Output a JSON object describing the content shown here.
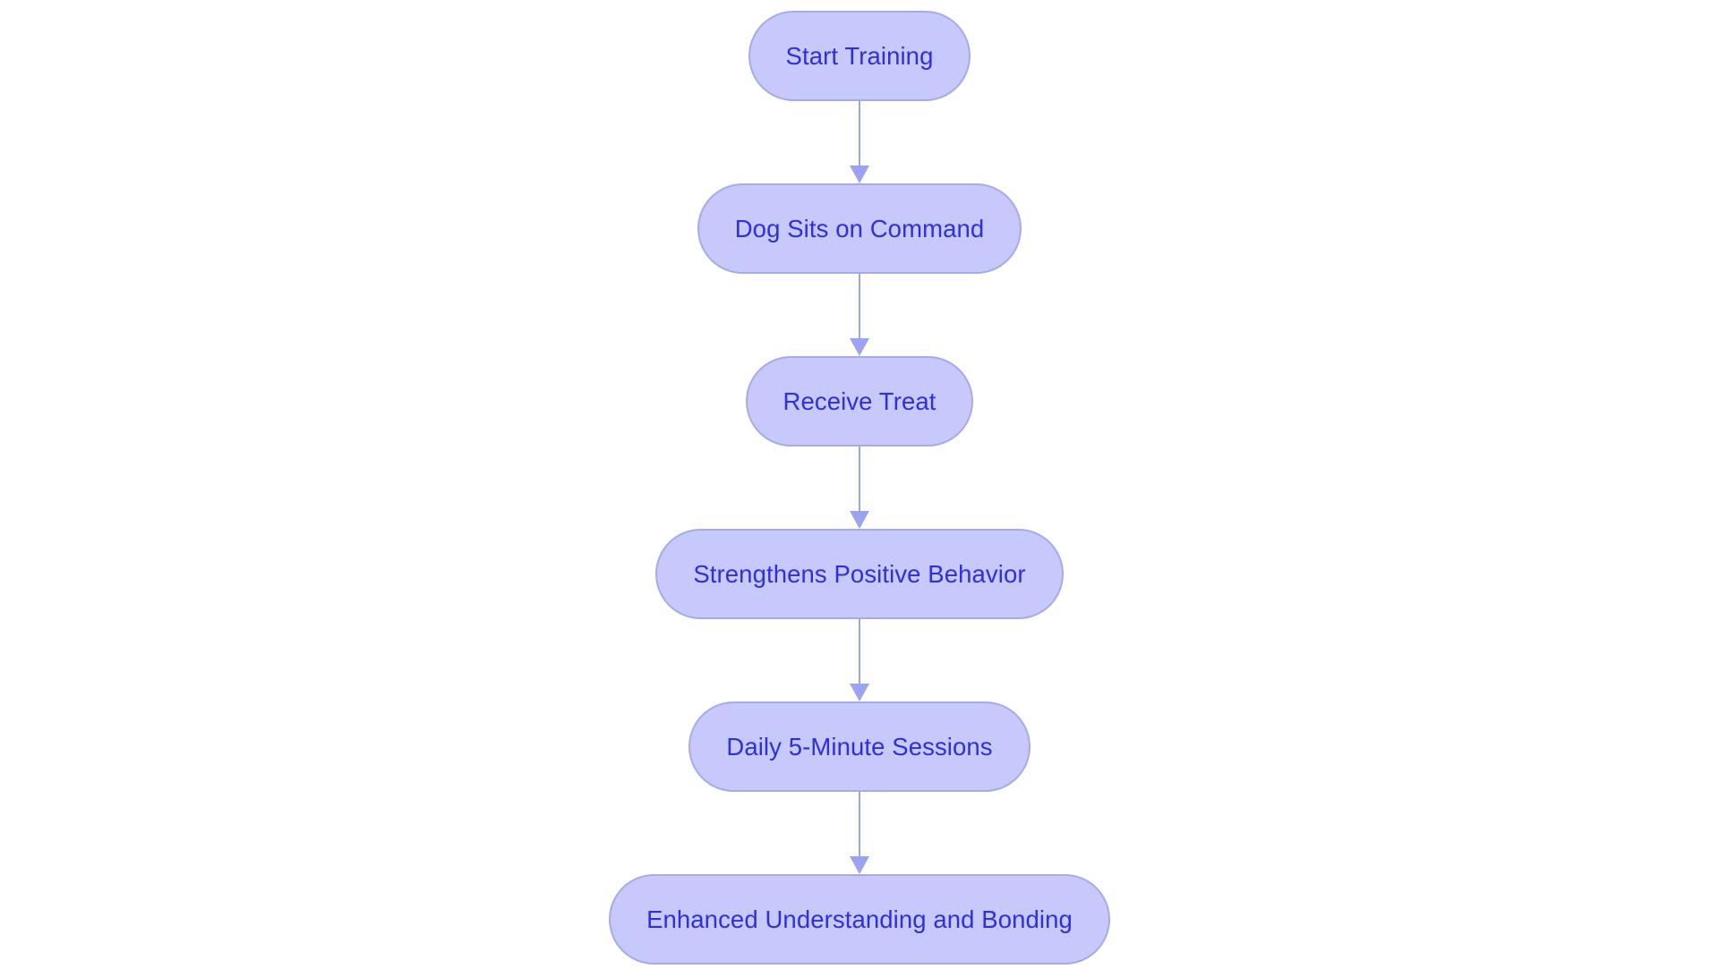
{
  "diagram": {
    "type": "flowchart",
    "orientation": "vertical",
    "background_color": "#ffffff",
    "node_fill_color": "#c7c9fd",
    "node_border_color": "#a6abe8",
    "node_text_color": "#2f2fdb",
    "connector_color": "#9ba4f2",
    "nodes": [
      {
        "id": "start-training",
        "label": "Start Training"
      },
      {
        "id": "dog-sits-on-command",
        "label": "Dog Sits on Command"
      },
      {
        "id": "receive-treat",
        "label": "Receive Treat"
      },
      {
        "id": "strengthens-positive-behavior",
        "label": "Strengthens Positive Behavior"
      },
      {
        "id": "daily-5-minute-sessions",
        "label": "Daily 5-Minute Sessions"
      },
      {
        "id": "enhanced-understanding-and-bonding",
        "label": "Enhanced Understanding and Bonding"
      }
    ],
    "connectors": [
      {
        "from": "start-training",
        "to": "dog-sits-on-command"
      },
      {
        "from": "dog-sits-on-command",
        "to": "receive-treat"
      },
      {
        "from": "receive-treat",
        "to": "strengthens-positive-behavior"
      },
      {
        "from": "strengthens-positive-behavior",
        "to": "daily-5-minute-sessions"
      },
      {
        "from": "daily-5-minute-sessions",
        "to": "enhanced-understanding-and-bonding"
      }
    ]
  }
}
